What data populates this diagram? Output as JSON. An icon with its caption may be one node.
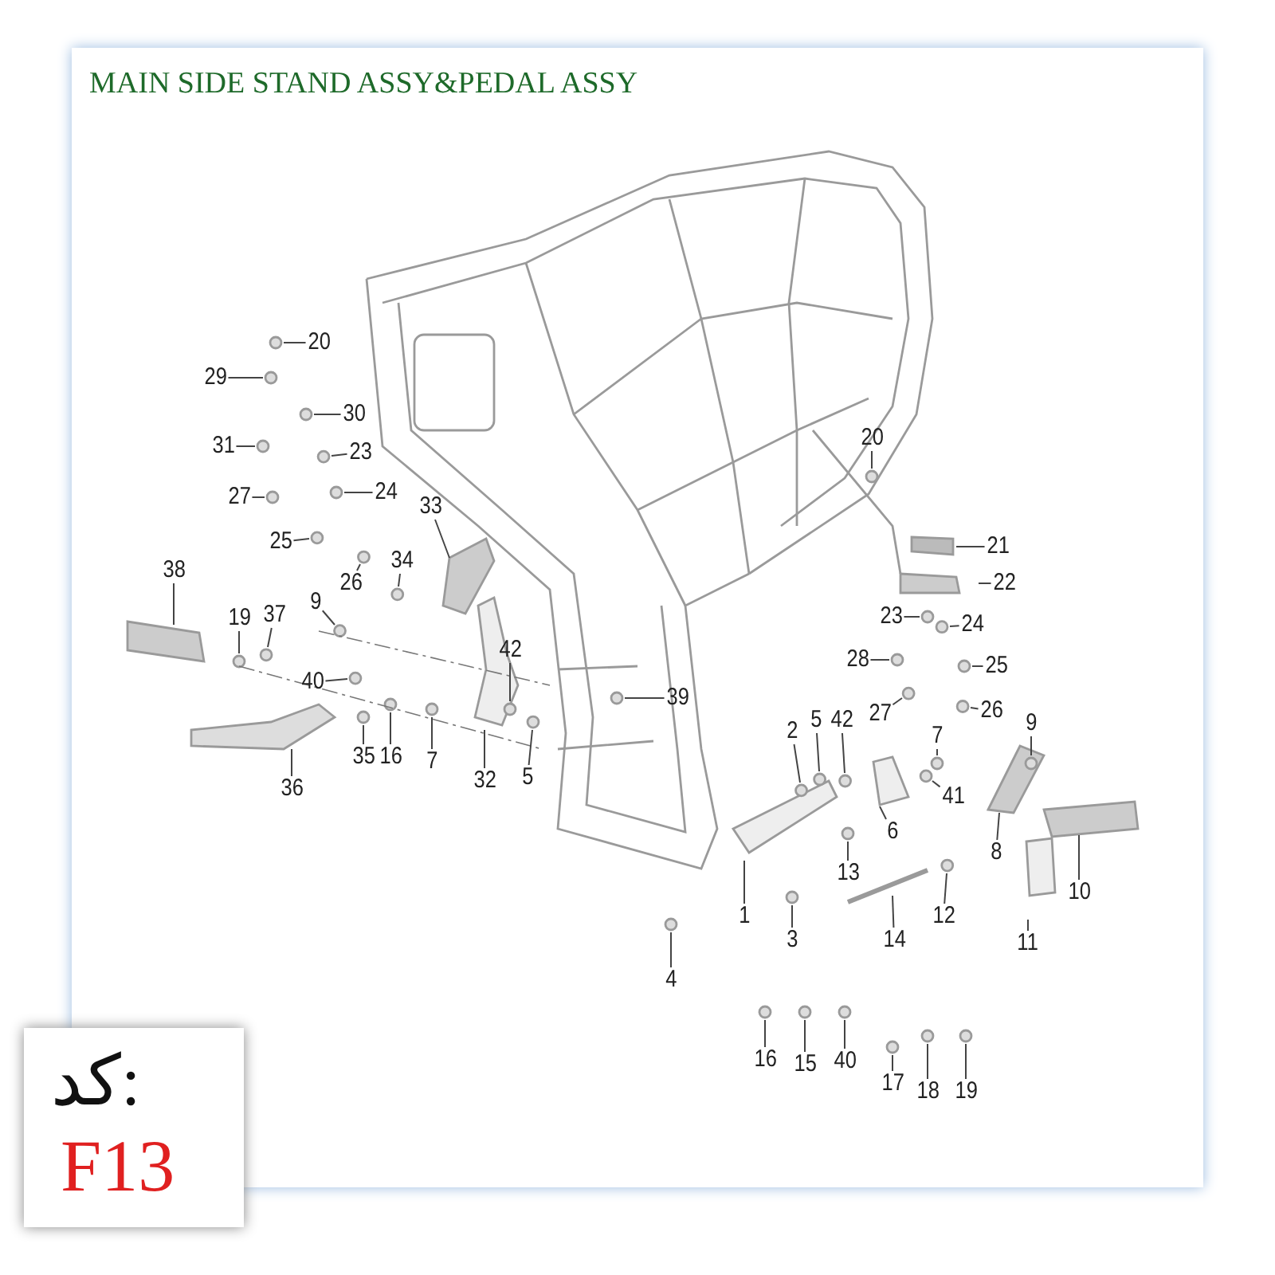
{
  "diagram": {
    "title": "MAIN SIDE STAND ASSY&PEDAL ASSY",
    "nodes": [
      {
        "text": [
          "20"
        ]
      },
      {
        "text": [
          "29"
        ]
      },
      {
        "text": [
          "30"
        ]
      },
      {
        "text": [
          "31"
        ]
      },
      {
        "text": [
          "23"
        ]
      },
      {
        "text": [
          "27"
        ]
      },
      {
        "text": [
          "24"
        ]
      },
      {
        "text": [
          "25"
        ]
      },
      {
        "text": [
          "26"
        ]
      },
      {
        "text": [
          "33"
        ]
      },
      {
        "text": [
          "34"
        ]
      },
      {
        "text": [
          "38"
        ]
      },
      {
        "text": [
          "9"
        ]
      },
      {
        "text": [
          "19"
        ]
      },
      {
        "text": [
          "37"
        ]
      },
      {
        "text": [
          "40"
        ]
      },
      {
        "text": [
          "42"
        ]
      },
      {
        "text": [
          "36"
        ]
      },
      {
        "text": [
          "35"
        ]
      },
      {
        "text": [
          "16"
        ]
      },
      {
        "text": [
          "7"
        ]
      },
      {
        "text": [
          "32"
        ]
      },
      {
        "text": [
          "5"
        ]
      },
      {
        "text": [
          "39"
        ]
      },
      {
        "text": [
          "20"
        ]
      },
      {
        "text": [
          "21"
        ]
      },
      {
        "text": [
          "22"
        ]
      },
      {
        "text": [
          "23"
        ]
      },
      {
        "text": [
          "24"
        ]
      },
      {
        "text": [
          "28"
        ]
      },
      {
        "text": [
          "25"
        ]
      },
      {
        "text": [
          "27"
        ]
      },
      {
        "text": [
          "26"
        ]
      },
      {
        "text": [
          "9"
        ]
      },
      {
        "text": [
          "2"
        ]
      },
      {
        "text": [
          "5"
        ]
      },
      {
        "text": [
          "42"
        ]
      },
      {
        "text": [
          "7"
        ]
      },
      {
        "text": [
          "41"
        ]
      },
      {
        "text": [
          "6"
        ]
      },
      {
        "text": [
          "8"
        ]
      },
      {
        "text": [
          "13"
        ]
      },
      {
        "text": [
          "10"
        ]
      },
      {
        "text": [
          "1"
        ]
      },
      {
        "text": [
          "12"
        ]
      },
      {
        "text": [
          "11"
        ]
      },
      {
        "text": [
          "14"
        ]
      },
      {
        "text": [
          "3"
        ]
      },
      {
        "text": [
          "4"
        ]
      },
      {
        "text": [
          "16"
        ]
      },
      {
        "text": [
          "15"
        ]
      },
      {
        "text": [
          "40"
        ]
      },
      {
        "text": [
          "17"
        ]
      },
      {
        "text": [
          "18"
        ]
      },
      {
        "text": [
          "19"
        ]
      }
    ],
    "edges": [
      {
        "from": 0,
        "to": null,
        "arrow": "none"
      },
      {
        "from": 1,
        "to": null,
        "arrow": "none"
      },
      {
        "from": 2,
        "to": null,
        "arrow": "none"
      },
      {
        "from": 3,
        "to": null,
        "arrow": "none"
      },
      {
        "from": 4,
        "to": null,
        "arrow": "none"
      },
      {
        "from": 5,
        "to": null,
        "arrow": "none"
      },
      {
        "from": 6,
        "to": null,
        "arrow": "none"
      },
      {
        "from": 7,
        "to": null,
        "arrow": "none"
      },
      {
        "from": 8,
        "to": null,
        "arrow": "none"
      },
      {
        "from": 9,
        "to": null,
        "arrow": "none"
      },
      {
        "from": 10,
        "to": null,
        "arrow": "none"
      },
      {
        "from": 11,
        "to": null,
        "arrow": "none"
      },
      {
        "from": 12,
        "to": null,
        "arrow": "none"
      },
      {
        "from": 13,
        "to": null,
        "arrow": "none"
      },
      {
        "from": 14,
        "to": null,
        "arrow": "none"
      },
      {
        "from": 15,
        "to": null,
        "arrow": "none"
      },
      {
        "from": 16,
        "to": null,
        "arrow": "none"
      },
      {
        "from": 17,
        "to": null,
        "arrow": "none"
      },
      {
        "from": 18,
        "to": null,
        "arrow": "none"
      },
      {
        "from": 19,
        "to": null,
        "arrow": "none"
      },
      {
        "from": 20,
        "to": null,
        "arrow": "none"
      },
      {
        "from": 21,
        "to": null,
        "arrow": "none"
      },
      {
        "from": 22,
        "to": null,
        "arrow": "none"
      },
      {
        "from": 23,
        "to": null,
        "arrow": "none"
      },
      {
        "from": 24,
        "to": null,
        "arrow": "none"
      },
      {
        "from": 25,
        "to": null,
        "arrow": "none"
      },
      {
        "from": 26,
        "to": null,
        "arrow": "none"
      },
      {
        "from": 27,
        "to": null,
        "arrow": "none"
      },
      {
        "from": 28,
        "to": null,
        "arrow": "none"
      },
      {
        "from": 29,
        "to": null,
        "arrow": "none"
      },
      {
        "from": 30,
        "to": null,
        "arrow": "none"
      },
      {
        "from": 31,
        "to": null,
        "arrow": "none"
      },
      {
        "from": 32,
        "to": null,
        "arrow": "none"
      },
      {
        "from": 33,
        "to": null,
        "arrow": "none"
      },
      {
        "from": 34,
        "to": null,
        "arrow": "none"
      },
      {
        "from": 35,
        "to": null,
        "arrow": "none"
      },
      {
        "from": 36,
        "to": null,
        "arrow": "none"
      },
      {
        "from": 37,
        "to": null,
        "arrow": "none"
      },
      {
        "from": 38,
        "to": null,
        "arrow": "none"
      },
      {
        "from": 39,
        "to": null,
        "arrow": "none"
      },
      {
        "from": 40,
        "to": null,
        "arrow": "none"
      },
      {
        "from": 41,
        "to": null,
        "arrow": "none"
      },
      {
        "from": 42,
        "to": null,
        "arrow": "none"
      },
      {
        "from": 43,
        "to": null,
        "arrow": "none"
      },
      {
        "from": 44,
        "to": null,
        "arrow": "none"
      },
      {
        "from": 45,
        "to": null,
        "arrow": "none"
      },
      {
        "from": 46,
        "to": null,
        "arrow": "none"
      },
      {
        "from": 47,
        "to": null,
        "arrow": "none"
      },
      {
        "from": 48,
        "to": null,
        "arrow": "none"
      },
      {
        "from": 49,
        "to": null,
        "arrow": "none"
      },
      {
        "from": 50,
        "to": null,
        "arrow": "none"
      },
      {
        "from": 51,
        "to": null,
        "arrow": "none"
      },
      {
        "from": 52,
        "to": null,
        "arrow": "none"
      },
      {
        "from": 53,
        "to": null,
        "arrow": "none"
      },
      {
        "from": 54,
        "to": null,
        "arrow": "none"
      }
    ],
    "labels": [
      "کد:",
      "F13"
    ]
  }
}
